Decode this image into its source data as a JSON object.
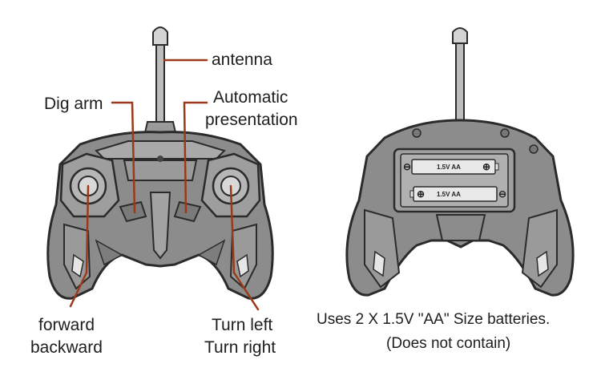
{
  "labels": {
    "antenna": "antenna",
    "dig_arm": "Dig arm",
    "automatic": "Automatic",
    "presentation": "presentation",
    "forward": "forward",
    "backward": "backward",
    "turn_left": "Turn left",
    "turn_right": "Turn right"
  },
  "battery": {
    "cell_top": "1.5V  AA",
    "cell_bottom": "1.5V  AA",
    "plus": "⊕",
    "minus": "⊖"
  },
  "caption": {
    "line1": "Uses 2 X 1.5V \"AA\" Size batteries.",
    "line2": "(Does not contain)"
  },
  "colors": {
    "body_gray": "#8c8c8c",
    "light_gray": "#a9a9a9",
    "outline": "#2b2b2b",
    "leader_line": "#9a3a1a",
    "highlight": "#e6e6e6"
  }
}
